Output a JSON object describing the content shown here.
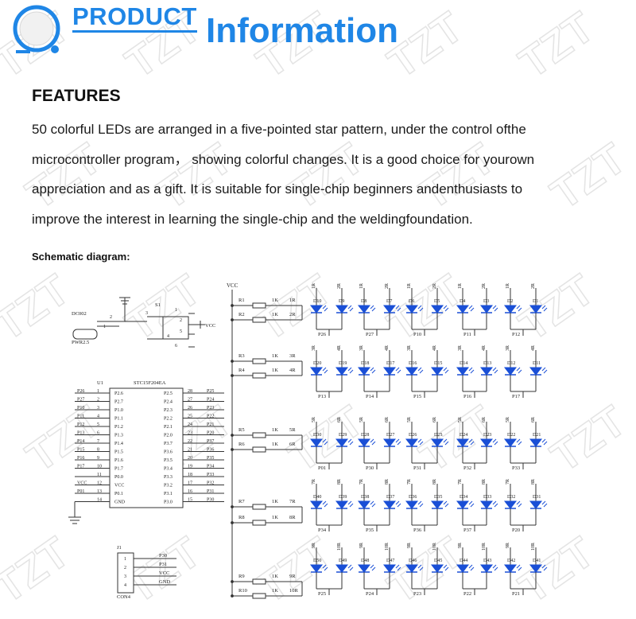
{
  "header": {
    "product": "PRODUCT",
    "information": "Information",
    "watermark": "TZT"
  },
  "features": {
    "title": "FEATURES",
    "lines": [
      "50 colorful LEDs are arranged in a five-pointed star pattern, under the control ofthe",
      "microcontroller program，  showing colorful changes. It is a good choice for yourown",
      "appreciation and as a gift. It is suitable for single-chip beginners andenthusiasts to",
      "improve the interest in learning the single-chip and the weldingfoundation."
    ]
  },
  "schematic": {
    "title": "Schematic diagram:",
    "vcc": "VCC",
    "power": {
      "jack": "DC002",
      "jack_part": "PWR2.5",
      "switch": "S1",
      "vcc": "VCC",
      "switch_pins": [
        "1",
        "2",
        "3",
        "4",
        "5",
        "6"
      ]
    },
    "mcu": {
      "ref": "U1",
      "part": "STC15F204EA",
      "left_nets": [
        "P26",
        "P27",
        "P10",
        "P11",
        "P12",
        "P13",
        "P14",
        "P15",
        "P16",
        "P17",
        "",
        "VCC",
        "P01",
        ""
      ],
      "left_pin_nums": [
        "1",
        "2",
        "3",
        "4",
        "5",
        "6",
        "7",
        "8",
        "9",
        "10",
        "11",
        "12",
        "13",
        "14"
      ],
      "left_pins": [
        "P2.6",
        "P2.7",
        "P1.0",
        "P1.1",
        "P1.2",
        "P1.3",
        "P1.4",
        "P1.5",
        "P1.6",
        "P1.7",
        "P0.0",
        "VCC",
        "P0.1",
        "GND"
      ],
      "right_pin_nums": [
        "28",
        "27",
        "26",
        "25",
        "24",
        "23",
        "22",
        "21",
        "20",
        "19",
        "18",
        "17",
        "16",
        "15"
      ],
      "right_pins": [
        "P2.5",
        "P2.4",
        "P2.3",
        "P2.2",
        "P2.1",
        "P2.0",
        "P3.7",
        "P3.6",
        "P3.5",
        "P3.4",
        "P3.3",
        "P3.2",
        "P3.1",
        "P3.0"
      ],
      "right_nets": [
        "P25",
        "P24",
        "P23",
        "P22",
        "P21",
        "P20",
        "P37",
        "P36",
        "P35",
        "P34",
        "P33",
        "P32",
        "P31",
        "P30"
      ]
    },
    "connector": {
      "ref": "J1",
      "part": "CON4",
      "pins": [
        "1",
        "2",
        "3",
        "4"
      ],
      "nets": [
        "P30",
        "P31",
        "VCC",
        "GND"
      ]
    },
    "resistors": [
      {
        "name": "R1",
        "value": "1K",
        "net": "1R"
      },
      {
        "name": "R2",
        "value": "1K",
        "net": "2R"
      },
      {
        "name": "R3",
        "value": "1K",
        "net": "3R"
      },
      {
        "name": "R4",
        "value": "1K",
        "net": "4R"
      },
      {
        "name": "R5",
        "value": "1K",
        "net": "5R"
      },
      {
        "name": "R6",
        "value": "1K",
        "net": "6R"
      },
      {
        "name": "R7",
        "value": "1K",
        "net": "7R"
      },
      {
        "name": "R8",
        "value": "1K",
        "net": "8R"
      },
      {
        "name": "R9",
        "value": "1K",
        "net": "9R"
      },
      {
        "name": "R10",
        "value": "1K",
        "net": "10R"
      }
    ],
    "led_rows": [
      {
        "nets": [
          "1R",
          "2R"
        ],
        "leds": [
          "D10",
          "D9",
          "D8",
          "D7",
          "D6",
          "D5",
          "D4",
          "D3",
          "D2",
          "D1"
        ],
        "ports": [
          "P26",
          "P27",
          "P10",
          "P11",
          "P12"
        ]
      },
      {
        "nets": [
          "3R",
          "4R"
        ],
        "leds": [
          "D20",
          "D19",
          "D18",
          "D17",
          "D16",
          "D15",
          "D14",
          "D13",
          "D12",
          "D11"
        ],
        "ports": [
          "P13",
          "P14",
          "P15",
          "P16",
          "P17"
        ]
      },
      {
        "nets": [
          "5R",
          "6R"
        ],
        "leds": [
          "D30",
          "D29",
          "D28",
          "D27",
          "D26",
          "D25",
          "D24",
          "D23",
          "D22",
          "D21"
        ],
        "ports": [
          "P01",
          "P30",
          "P31",
          "P32",
          "P33"
        ]
      },
      {
        "nets": [
          "7R",
          "8R"
        ],
        "leds": [
          "D40",
          "D39",
          "D38",
          "D37",
          "D36",
          "D35",
          "D34",
          "D33",
          "D32",
          "D31"
        ],
        "ports": [
          "P34",
          "P35",
          "P36",
          "P37",
          "P20"
        ]
      },
      {
        "nets": [
          "9R",
          "10R"
        ],
        "leds": [
          "D50",
          "D49",
          "D48",
          "D47",
          "D46",
          "D45",
          "D44",
          "D43",
          "D42",
          "D41"
        ],
        "ports": [
          "P25",
          "P24",
          "P23",
          "P22",
          "P21"
        ]
      }
    ]
  },
  "colors": {
    "brand": "#1f86e6",
    "text": "#1a1a1a",
    "led": "#1a4fd6"
  }
}
